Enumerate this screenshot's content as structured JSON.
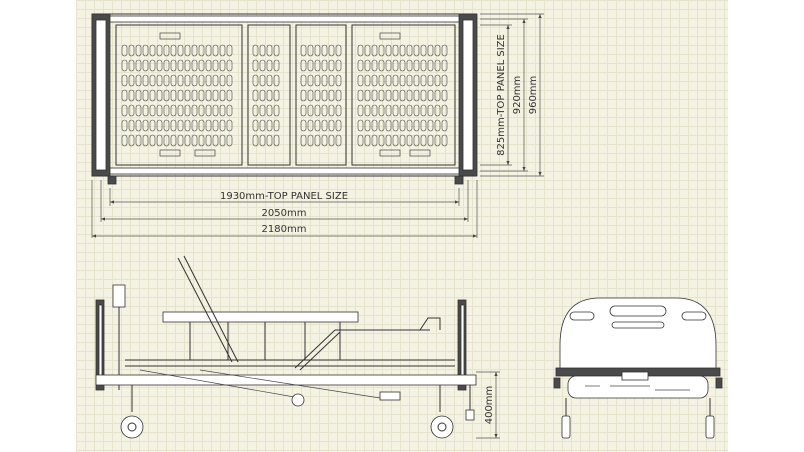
{
  "dimensions": {
    "top_panel_width": "1930mm-TOP PANEL SIZE",
    "width_2050": "2050mm",
    "width_2180": "2180mm",
    "top_panel_depth": "825mm-TOP PANEL SIZE",
    "depth_920": "920mm",
    "depth_960": "960mm",
    "height_400": "400mm"
  }
}
